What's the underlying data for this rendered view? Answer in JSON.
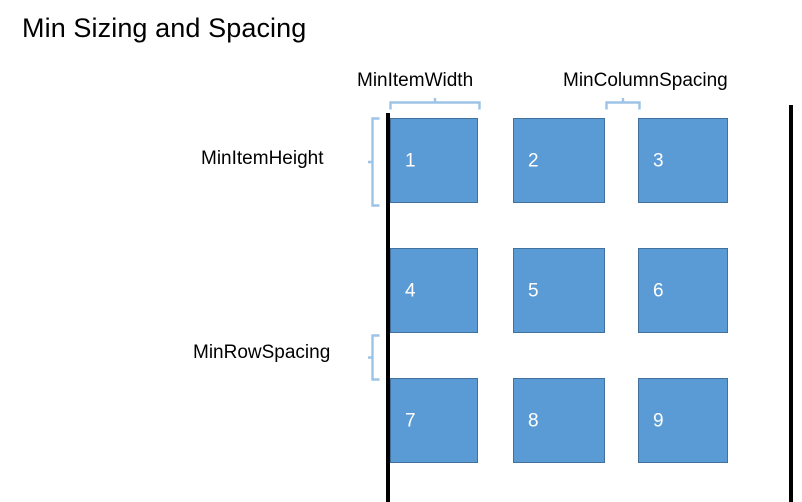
{
  "slide": {
    "title": "Min Sizing and Spacing",
    "background_color": "#FFFFFF",
    "accent_color": "#5B9BD5",
    "bracket_color": "#9DC3E6",
    "rail_color": "#000000",
    "item_text_color": "#FFFFFF"
  },
  "labels": {
    "min_item_width": "MinItemWidth",
    "min_column_spacing": "MinColumnSpacing",
    "min_item_height": "MinItemHeight",
    "min_row_spacing": "MinRowSpacing"
  },
  "grid": {
    "rows": 3,
    "columns": 3,
    "items": [
      {
        "label": "1"
      },
      {
        "label": "2"
      },
      {
        "label": "3"
      },
      {
        "label": "4"
      },
      {
        "label": "5"
      },
      {
        "label": "6"
      },
      {
        "label": "7"
      },
      {
        "label": "8"
      },
      {
        "label": "9"
      }
    ]
  }
}
